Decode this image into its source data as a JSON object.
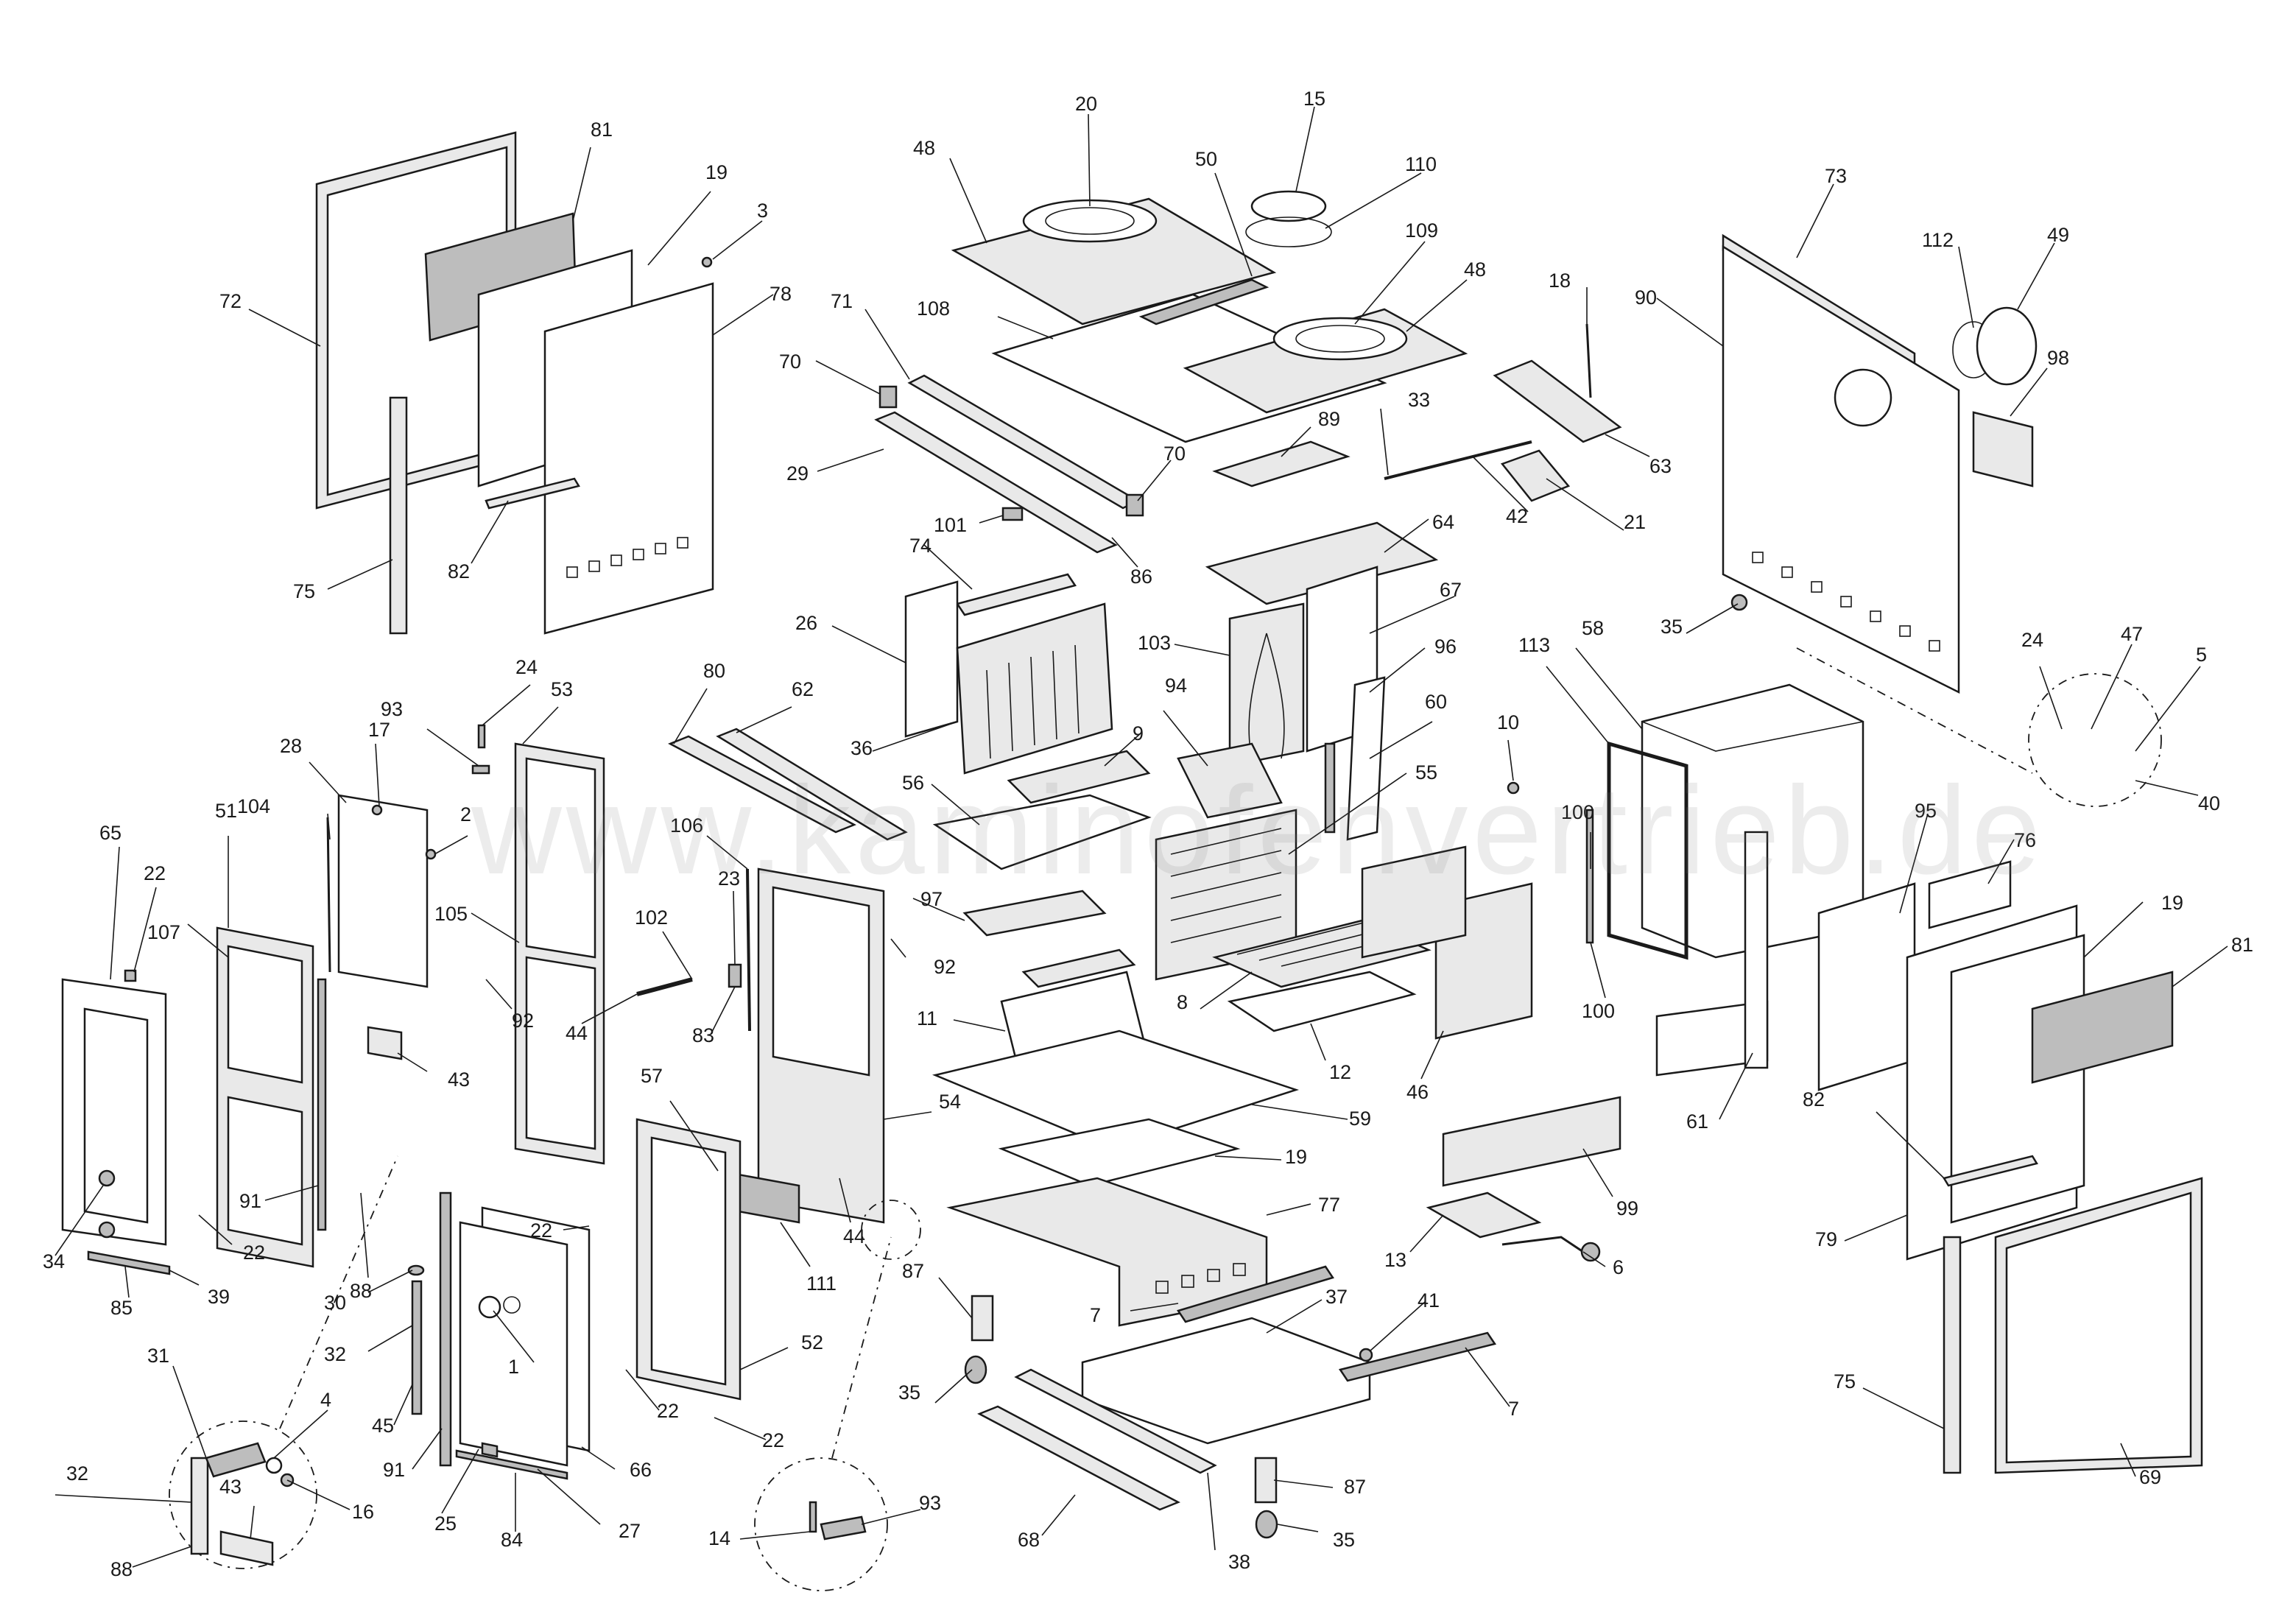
{
  "watermark": "www.kaminofenvertrieb.de",
  "labels": [
    {
      "id": "81a",
      "text": "81"
    },
    {
      "id": "19a",
      "text": "19"
    },
    {
      "id": "3a",
      "text": "3"
    },
    {
      "id": "72a",
      "text": "72"
    },
    {
      "id": "78a",
      "text": "78"
    },
    {
      "id": "75a",
      "text": "75"
    },
    {
      "id": "82a",
      "text": "82"
    },
    {
      "id": "20a",
      "text": "20"
    },
    {
      "id": "15a",
      "text": "15"
    },
    {
      "id": "48a",
      "text": "48"
    },
    {
      "id": "50a",
      "text": "50"
    },
    {
      "id": "110a",
      "text": "110"
    },
    {
      "id": "109a",
      "text": "109"
    },
    {
      "id": "48b",
      "text": "48"
    },
    {
      "id": "108a",
      "text": "108"
    },
    {
      "id": "71a",
      "text": "71"
    },
    {
      "id": "70a",
      "text": "70"
    },
    {
      "id": "29a",
      "text": "29"
    },
    {
      "id": "70b",
      "text": "70"
    },
    {
      "id": "101a",
      "text": "101"
    },
    {
      "id": "86a",
      "text": "86"
    },
    {
      "id": "89a",
      "text": "89"
    },
    {
      "id": "33a",
      "text": "33"
    },
    {
      "id": "18a",
      "text": "18"
    },
    {
      "id": "63a",
      "text": "63"
    },
    {
      "id": "42a",
      "text": "42"
    },
    {
      "id": "21a",
      "text": "21"
    },
    {
      "id": "64a",
      "text": "64"
    },
    {
      "id": "73a",
      "text": "73"
    },
    {
      "id": "90a",
      "text": "90"
    },
    {
      "id": "112a",
      "text": "112"
    },
    {
      "id": "49a",
      "text": "49"
    },
    {
      "id": "98a",
      "text": "98"
    },
    {
      "id": "35a",
      "text": "35"
    },
    {
      "id": "24a",
      "text": "24"
    },
    {
      "id": "47a",
      "text": "47"
    },
    {
      "id": "5a",
      "text": "5"
    },
    {
      "id": "40a",
      "text": "40"
    },
    {
      "id": "74a",
      "text": "74"
    },
    {
      "id": "26a",
      "text": "26"
    },
    {
      "id": "36a",
      "text": "36"
    },
    {
      "id": "103a",
      "text": "103"
    },
    {
      "id": "67a",
      "text": "67"
    },
    {
      "id": "96a",
      "text": "96"
    },
    {
      "id": "94a",
      "text": "94"
    },
    {
      "id": "9a",
      "text": "9"
    },
    {
      "id": "60a",
      "text": "60"
    },
    {
      "id": "56a",
      "text": "56"
    },
    {
      "id": "55a",
      "text": "55"
    },
    {
      "id": "10a",
      "text": "10"
    },
    {
      "id": "113a",
      "text": "113"
    },
    {
      "id": "58a",
      "text": "58"
    },
    {
      "id": "100a",
      "text": "100"
    },
    {
      "id": "100b",
      "text": "100"
    },
    {
      "id": "24b",
      "text": "24"
    },
    {
      "id": "53a",
      "text": "53"
    },
    {
      "id": "93a",
      "text": "93"
    },
    {
      "id": "80a",
      "text": "80"
    },
    {
      "id": "62a",
      "text": "62"
    },
    {
      "id": "17a",
      "text": "17"
    },
    {
      "id": "28a",
      "text": "28"
    },
    {
      "id": "104a",
      "text": "104"
    },
    {
      "id": "2a",
      "text": "2"
    },
    {
      "id": "51a",
      "text": "51"
    },
    {
      "id": "65a",
      "text": "65"
    },
    {
      "id": "22a",
      "text": "22"
    },
    {
      "id": "107a",
      "text": "107"
    },
    {
      "id": "106a",
      "text": "106"
    },
    {
      "id": "23a",
      "text": "23"
    },
    {
      "id": "105a",
      "text": "105"
    },
    {
      "id": "102a",
      "text": "102"
    },
    {
      "id": "97a",
      "text": "97"
    },
    {
      "id": "92a",
      "text": "92"
    },
    {
      "id": "92b",
      "text": "92"
    },
    {
      "id": "83a",
      "text": "83"
    },
    {
      "id": "44a",
      "text": "44"
    },
    {
      "id": "43a",
      "text": "43"
    },
    {
      "id": "11a",
      "text": "11"
    },
    {
      "id": "8a",
      "text": "8"
    },
    {
      "id": "12a",
      "text": "12"
    },
    {
      "id": "46a",
      "text": "46"
    },
    {
      "id": "95a",
      "text": "95"
    },
    {
      "id": "76a",
      "text": "76"
    },
    {
      "id": "19b",
      "text": "19"
    },
    {
      "id": "81b",
      "text": "81"
    },
    {
      "id": "61a",
      "text": "61"
    },
    {
      "id": "54a",
      "text": "54"
    },
    {
      "id": "57a",
      "text": "57"
    },
    {
      "id": "59a",
      "text": "59"
    },
    {
      "id": "19c",
      "text": "19"
    },
    {
      "id": "99a",
      "text": "99"
    },
    {
      "id": "91a",
      "text": "91"
    },
    {
      "id": "22b",
      "text": "22"
    },
    {
      "id": "34a",
      "text": "34"
    },
    {
      "id": "39a",
      "text": "39"
    },
    {
      "id": "85a",
      "text": "85"
    },
    {
      "id": "88a",
      "text": "88"
    },
    {
      "id": "22c",
      "text": "22"
    },
    {
      "id": "44b",
      "text": "44"
    },
    {
      "id": "77a",
      "text": "77"
    },
    {
      "id": "13a",
      "text": "13"
    },
    {
      "id": "6a",
      "text": "6"
    },
    {
      "id": "82b",
      "text": "82"
    },
    {
      "id": "79a",
      "text": "79"
    },
    {
      "id": "111a",
      "text": "111"
    },
    {
      "id": "30a",
      "text": "30"
    },
    {
      "id": "87a",
      "text": "87"
    },
    {
      "id": "7a",
      "text": "7"
    },
    {
      "id": "37a",
      "text": "37"
    },
    {
      "id": "41a",
      "text": "41"
    },
    {
      "id": "32a",
      "text": "32"
    },
    {
      "id": "1a",
      "text": "1"
    },
    {
      "id": "52a",
      "text": "52"
    },
    {
      "id": "35b",
      "text": "35"
    },
    {
      "id": "7b",
      "text": "7"
    },
    {
      "id": "75b",
      "text": "75"
    },
    {
      "id": "45a",
      "text": "45"
    },
    {
      "id": "22d",
      "text": "22"
    },
    {
      "id": "31a",
      "text": "31"
    },
    {
      "id": "4a",
      "text": "4"
    },
    {
      "id": "22e",
      "text": "22"
    },
    {
      "id": "66a",
      "text": "66"
    },
    {
      "id": "91b",
      "text": "91"
    },
    {
      "id": "87b",
      "text": "87"
    },
    {
      "id": "69a",
      "text": "69"
    },
    {
      "id": "32b",
      "text": "32"
    },
    {
      "id": "43b",
      "text": "43"
    },
    {
      "id": "16a",
      "text": "16"
    },
    {
      "id": "25a",
      "text": "25"
    },
    {
      "id": "27a",
      "text": "27"
    },
    {
      "id": "84a",
      "text": "84"
    },
    {
      "id": "93b",
      "text": "93"
    },
    {
      "id": "14a",
      "text": "14"
    },
    {
      "id": "68a",
      "text": "68"
    },
    {
      "id": "38a",
      "text": "38"
    },
    {
      "id": "35c",
      "text": "35"
    },
    {
      "id": "88b",
      "text": "88"
    }
  ]
}
